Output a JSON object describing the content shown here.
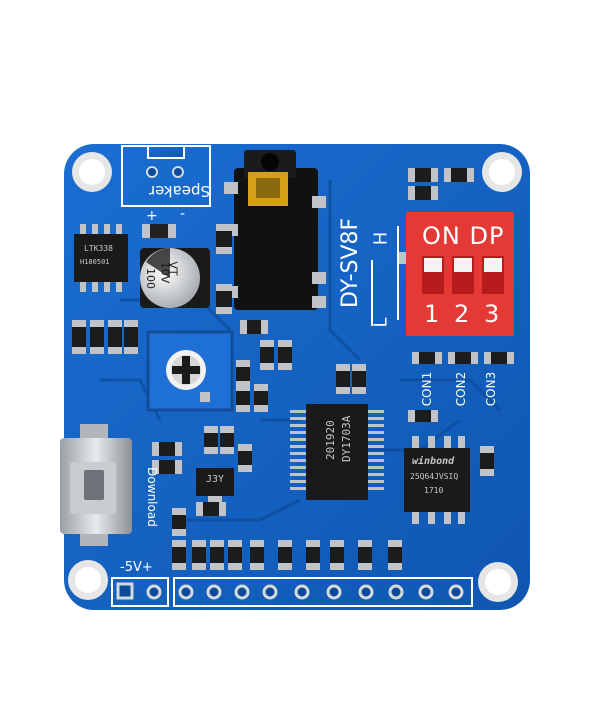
{
  "board": {
    "model": "DY-SV8F",
    "h_label": "H",
    "l_label": "L",
    "speaker_label": "Speaker",
    "speaker_plus": "+",
    "speaker_minus": "-",
    "download_label": "Download",
    "power_label": "-5V+",
    "con_labels": [
      "CON1",
      "CON2",
      "CON3"
    ]
  },
  "dip_switch": {
    "header": "ON DP",
    "numbers": [
      "1",
      "2",
      "3"
    ]
  },
  "chips": {
    "main_line1": "DY1703A",
    "main_line2": "201920",
    "flash_brand": "winbond",
    "flash_line1": "25Q64JVSIQ",
    "flash_line2": "1710",
    "amp_line1": "LTK338",
    "amp_line2": "H180501",
    "regulator": "J3Y"
  },
  "capacitor": {
    "line1": "VT",
    "line2": "10V",
    "line3": "100"
  },
  "colors": {
    "pcb": "#1565c0",
    "pcb_dark": "#0d4fa3",
    "silkscreen": "#ffffff",
    "dip_red": "#e53935",
    "pot_blue": "#1e6fd6",
    "gold": "#d4a017"
  }
}
